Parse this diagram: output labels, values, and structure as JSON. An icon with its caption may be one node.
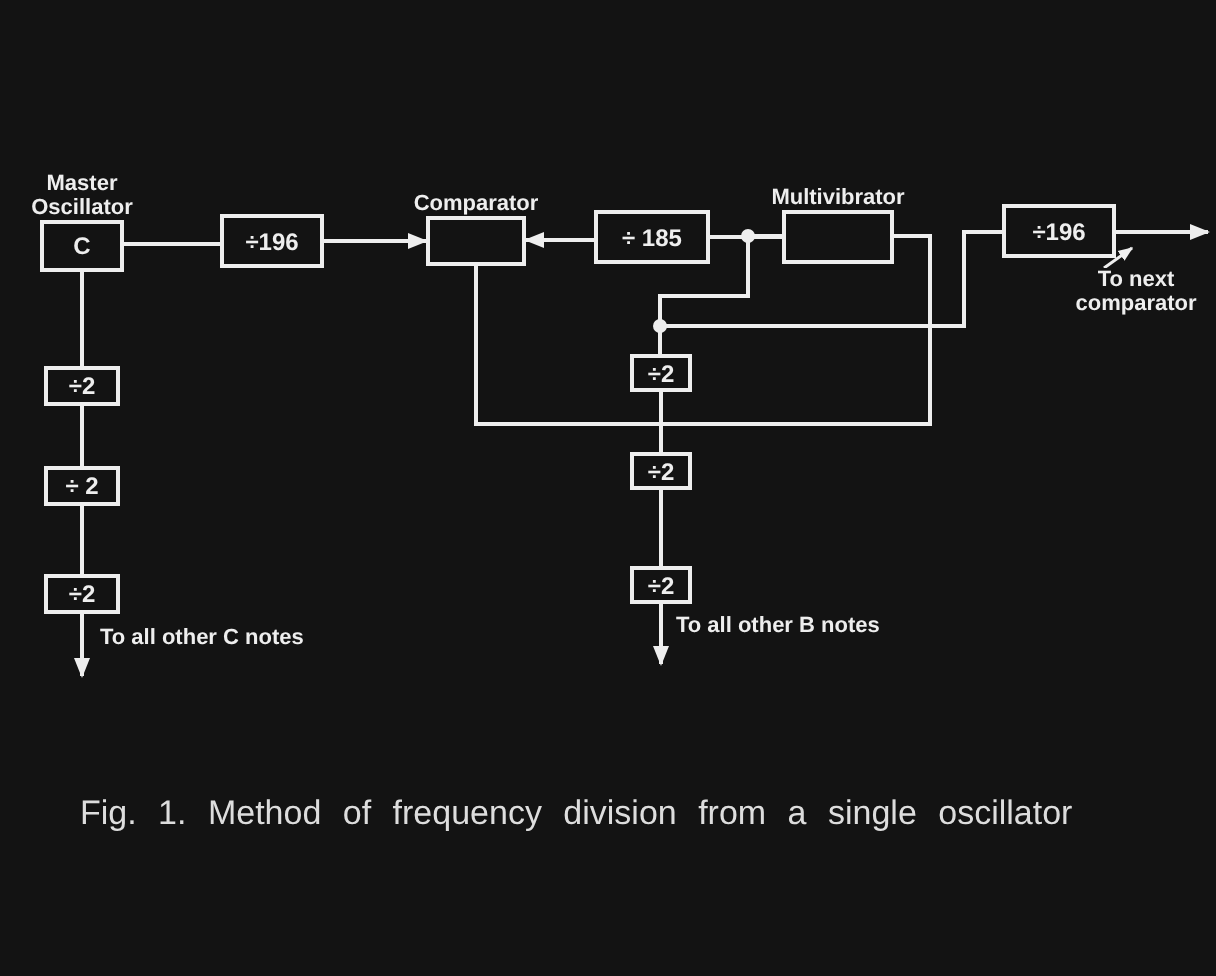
{
  "diagram": {
    "caption": "Fig. 1. Method of frequency division from a single oscillator",
    "nodes": [
      {
        "text": [
          "Master Oscillator",
          "C"
        ]
      },
      {
        "text": [
          "÷196"
        ]
      },
      {
        "text": [
          "Comparator"
        ]
      },
      {
        "text": [
          "÷ 185"
        ]
      },
      {
        "text": [
          "Multivibrator"
        ]
      },
      {
        "text": [
          "÷196"
        ]
      },
      {
        "text": [
          "÷2"
        ]
      },
      {
        "text": [
          "÷ 2"
        ]
      },
      {
        "text": [
          "÷2"
        ]
      },
      {
        "text": [
          "÷2"
        ]
      },
      {
        "text": [
          "÷2"
        ]
      },
      {
        "text": [
          "÷2"
        ]
      }
    ],
    "edges": [
      {
        "from": 0,
        "to": 1,
        "arrow": "none"
      },
      {
        "from": 1,
        "to": 2,
        "arrow": "to"
      },
      {
        "from": 3,
        "to": 2,
        "arrow": "to"
      },
      {
        "from": 4,
        "to": 3,
        "arrow": "none"
      },
      {
        "from": 4,
        "to": 9,
        "arrow": "none"
      },
      {
        "from": 4,
        "to": 5,
        "arrow": "none"
      },
      {
        "from": 2,
        "to": 4,
        "arrow": "none"
      },
      {
        "from": 5,
        "to": null,
        "arrow": "to",
        "label": "To next comparator"
      },
      {
        "from": 0,
        "to": 6,
        "arrow": "none"
      },
      {
        "from": 6,
        "to": 7,
        "arrow": "none"
      },
      {
        "from": 7,
        "to": 8,
        "arrow": "none"
      },
      {
        "from": 8,
        "to": null,
        "arrow": "to",
        "label": "To all other C notes"
      },
      {
        "from": 9,
        "to": 10,
        "arrow": "none"
      },
      {
        "from": 10,
        "to": 11,
        "arrow": "none"
      },
      {
        "from": 11,
        "to": null,
        "arrow": "to",
        "label": "To all other B notes"
      }
    ]
  }
}
